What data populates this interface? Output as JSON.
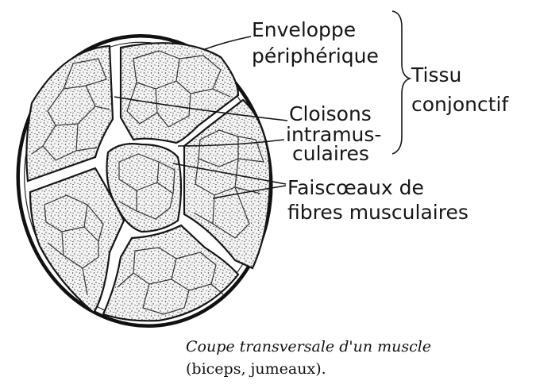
{
  "labels": {
    "enveloppe_1": "Enveloppe",
    "enveloppe_2": "périphérique",
    "tissu_1": "Tissu",
    "tissu_2": "conjonctif",
    "cloisons_1": "Cloisons",
    "cloisons_2": "intramus-",
    "cloisons_3": "culaires",
    "faisceaux_1": "Faiscœaux  de",
    "faisceaux_2": "fibres musculaires"
  },
  "caption": {
    "line1": "Coupe transversale d'un  muscle",
    "line2": "(biceps, jumeaux)."
  }
}
